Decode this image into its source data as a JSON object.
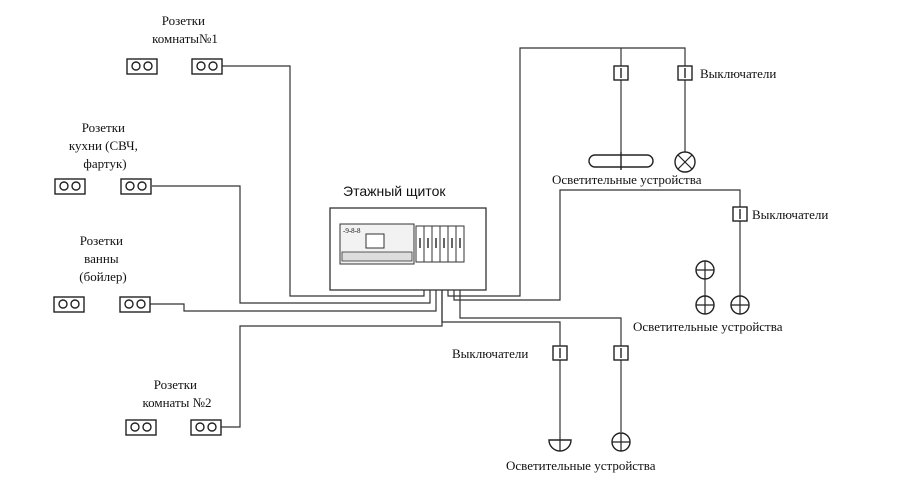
{
  "panel": {
    "title": "Этажный щиток",
    "meter_label": "-9-8-8"
  },
  "outlets": {
    "room1": {
      "line1": "Розетки",
      "line2": "комнаты№1"
    },
    "kitchen": {
      "line1": "Розетки",
      "line2": "кухни (СВЧ,",
      "line3": "фартук)"
    },
    "bath": {
      "line1": "Розетки",
      "line2": "ванны",
      "line3": "(бойлер)"
    },
    "room2": {
      "line1": "Розетки",
      "line2": "комнаты №2"
    }
  },
  "switches": {
    "top": "Выключатели",
    "right": "Выключатели",
    "bottom": "Выключатели"
  },
  "lighting": {
    "top": "Осветительные устройства",
    "right": "Осветительные устройства",
    "bottom": "Осветительные устройства"
  }
}
